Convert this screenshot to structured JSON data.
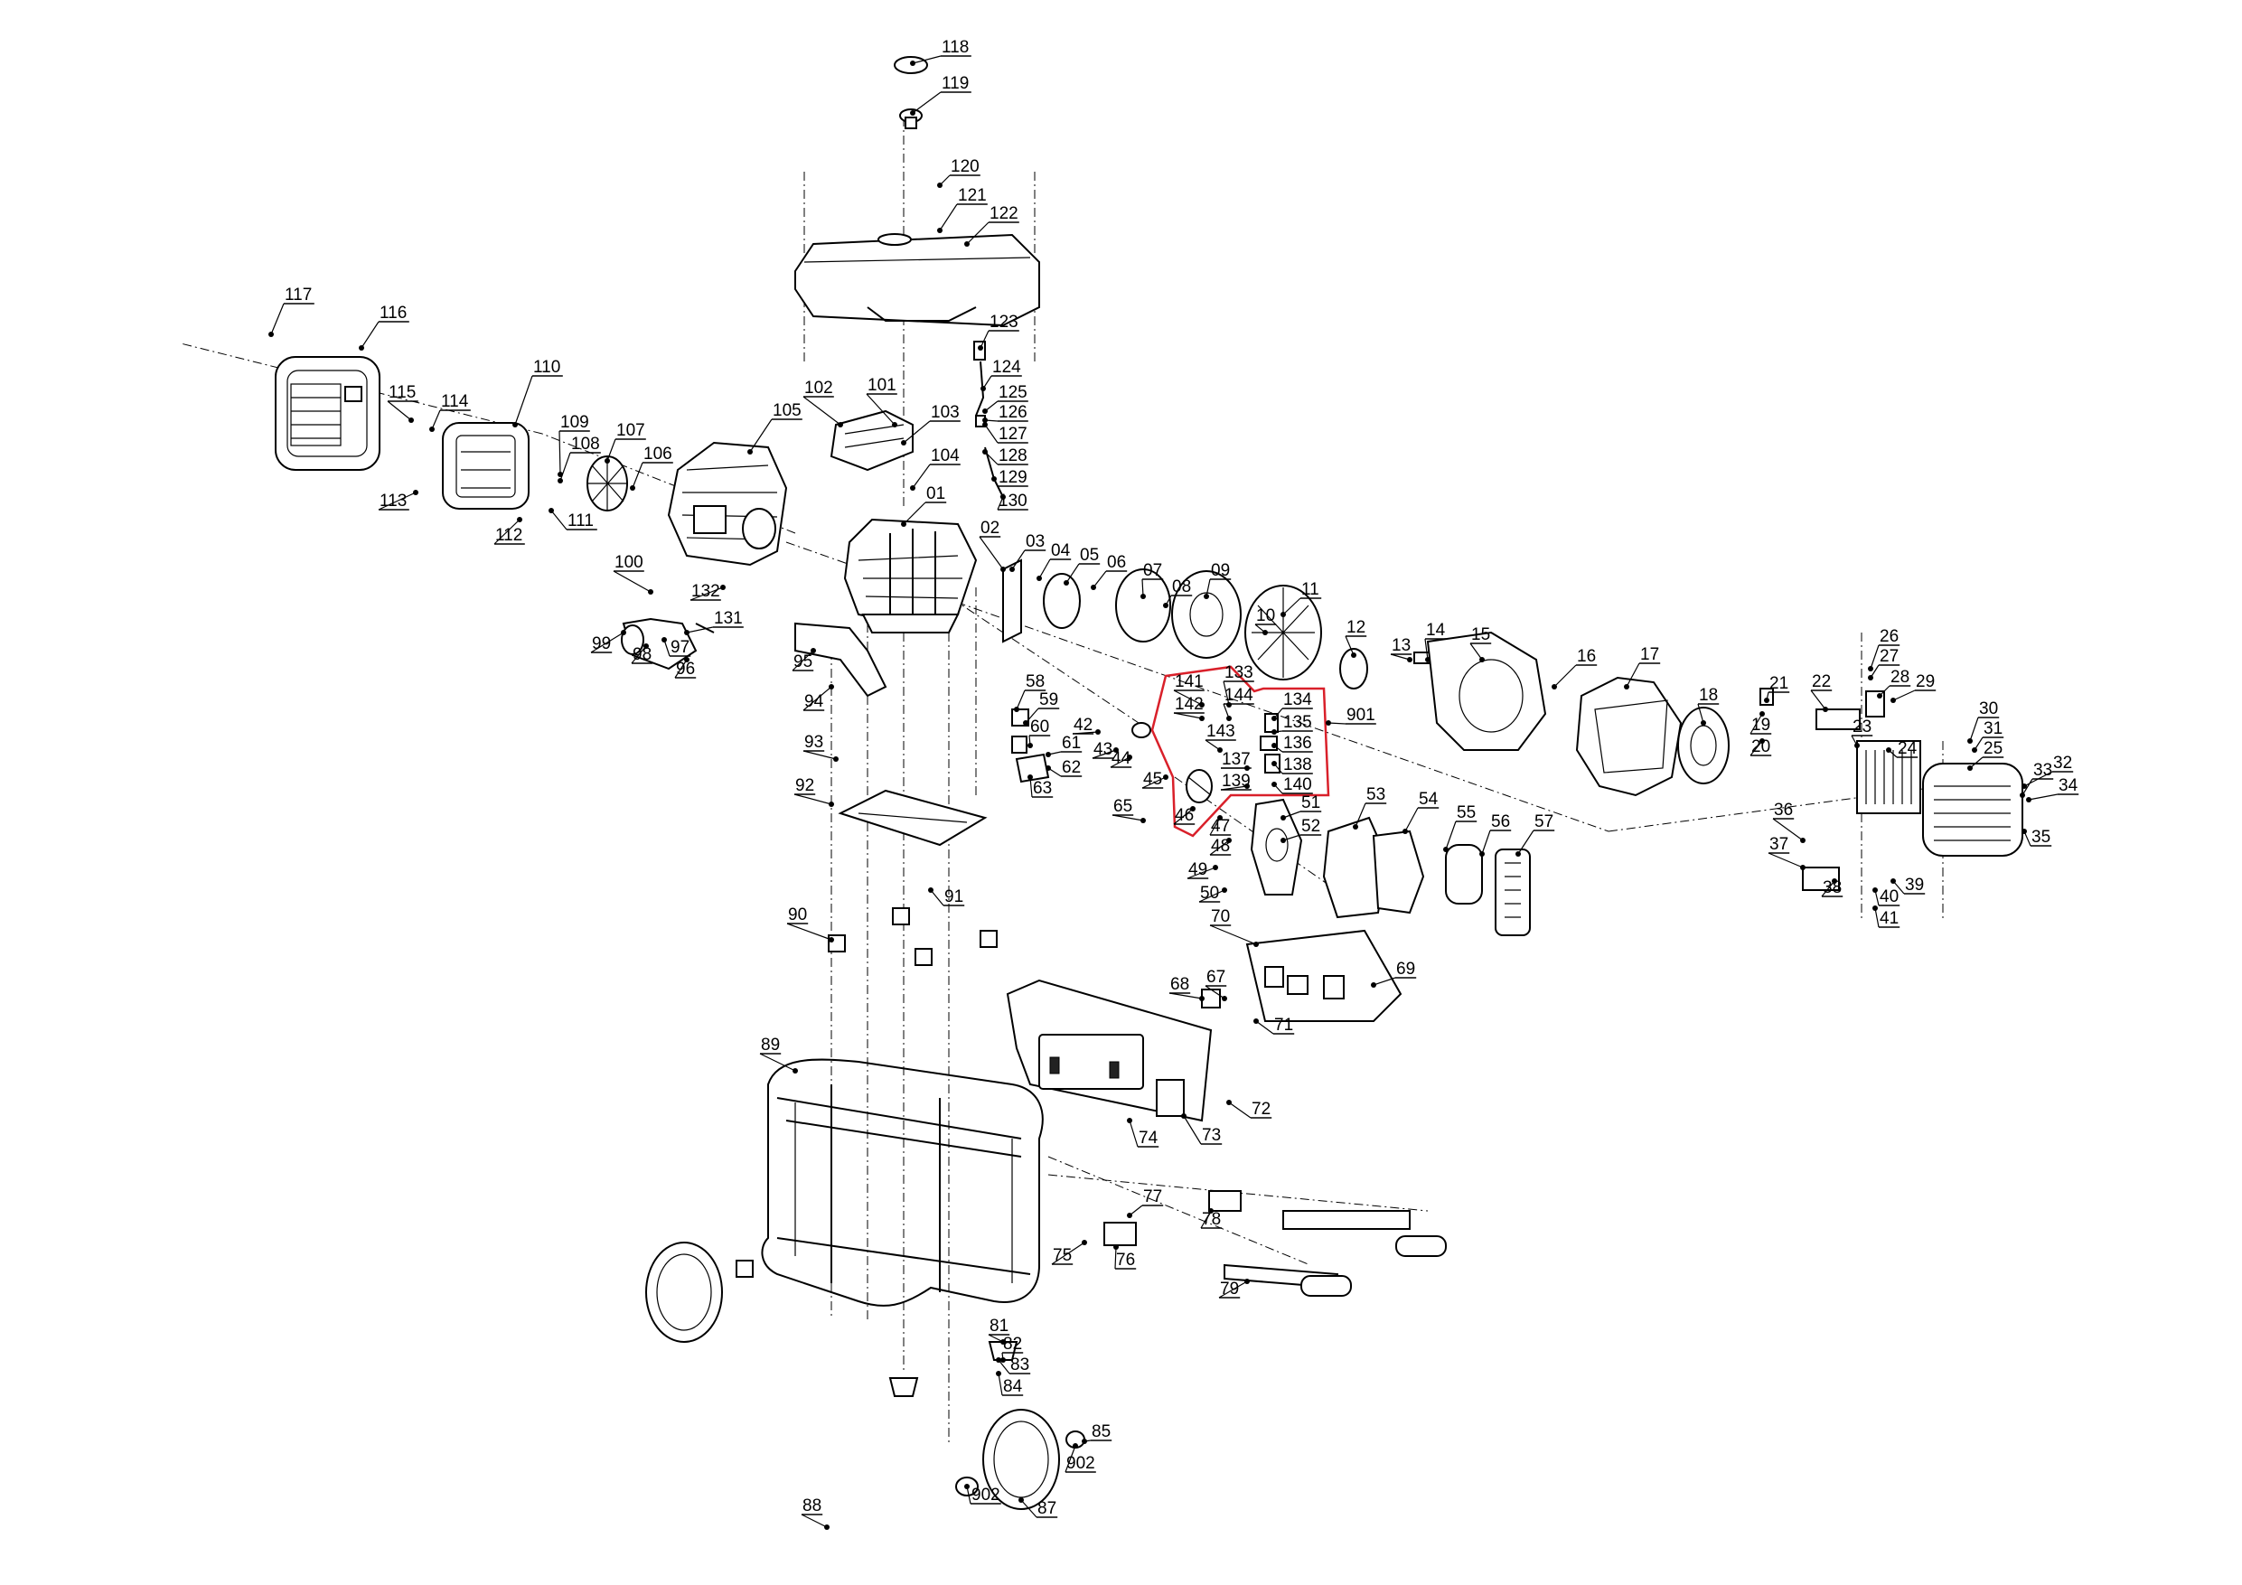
{
  "callouts": {
    "c01": "01",
    "c02": "02",
    "c03": "03",
    "c04": "04",
    "c05": "05",
    "c06": "06",
    "c07": "07",
    "c08": "08",
    "c09": "09",
    "c10": "10",
    "c11": "11",
    "c12": "12",
    "c13": "13",
    "c14": "14",
    "c15": "15",
    "c16": "16",
    "c17": "17",
    "c18": "18",
    "c19": "19",
    "c20": "20",
    "c21": "21",
    "c22": "22",
    "c23": "23",
    "c24": "24",
    "c25": "25",
    "c26": "26",
    "c27": "27",
    "c28": "28",
    "c29": "29",
    "c30": "30",
    "c31": "31",
    "c32": "32",
    "c33": "33",
    "c34": "34",
    "c35": "35",
    "c36": "36",
    "c37": "37",
    "c38": "38",
    "c39": "39",
    "c40": "40",
    "c41": "41",
    "c42": "42",
    "c43": "43",
    "c44": "44",
    "c45": "45",
    "c46": "46",
    "c47": "47",
    "c48": "48",
    "c49": "49",
    "c50": "50",
    "c51": "51",
    "c52": "52",
    "c53": "53",
    "c54": "54",
    "c55": "55",
    "c56": "56",
    "c57": "57",
    "c58": "58",
    "c59": "59",
    "c60": "60",
    "c61": "61",
    "c62": "62",
    "c63": "63",
    "c65": "65",
    "c67": "67",
    "c68": "68",
    "c69": "69",
    "c70": "70",
    "c71": "71",
    "c72": "72",
    "c73": "73",
    "c74": "74",
    "c75": "75",
    "c76": "76",
    "c77": "77",
    "c78": "78",
    "c79": "79",
    "c81": "81",
    "c82": "82",
    "c83": "83",
    "c84": "84",
    "c85": "85",
    "c87": "87",
    "c88": "88",
    "c89": "89",
    "c90": "90",
    "c91": "91",
    "c92": "92",
    "c93": "93",
    "c94": "94",
    "c95": "95",
    "c96": "96",
    "c97": "97",
    "c98": "98",
    "c99": "99",
    "c100": "100",
    "c101": "101",
    "c102": "102",
    "c103": "103",
    "c104": "104",
    "c105": "105",
    "c106": "106",
    "c107": "107",
    "c108": "108",
    "c109": "109",
    "c110": "110",
    "c111": "111",
    "c112": "112",
    "c113": "113",
    "c114": "114",
    "c115": "115",
    "c116": "116",
    "c117": "117",
    "c118": "118",
    "c119": "119",
    "c120": "120",
    "c121": "121",
    "c122": "122",
    "c123": "123",
    "c124": "124",
    "c125": "125",
    "c126": "126",
    "c127": "127",
    "c128": "128",
    "c129": "129",
    "c130": "130",
    "c131": "131",
    "c132": "132",
    "c133": "133",
    "c134": "134",
    "c135": "135",
    "c136": "136",
    "c137": "137",
    "c138": "138",
    "c139": "139",
    "c140": "140",
    "c141": "141",
    "c142": "142",
    "c143": "143",
    "c144": "144",
    "c901": "901",
    "c902a": "902",
    "c902b": "902"
  },
  "highlight_color": "#d9202a"
}
